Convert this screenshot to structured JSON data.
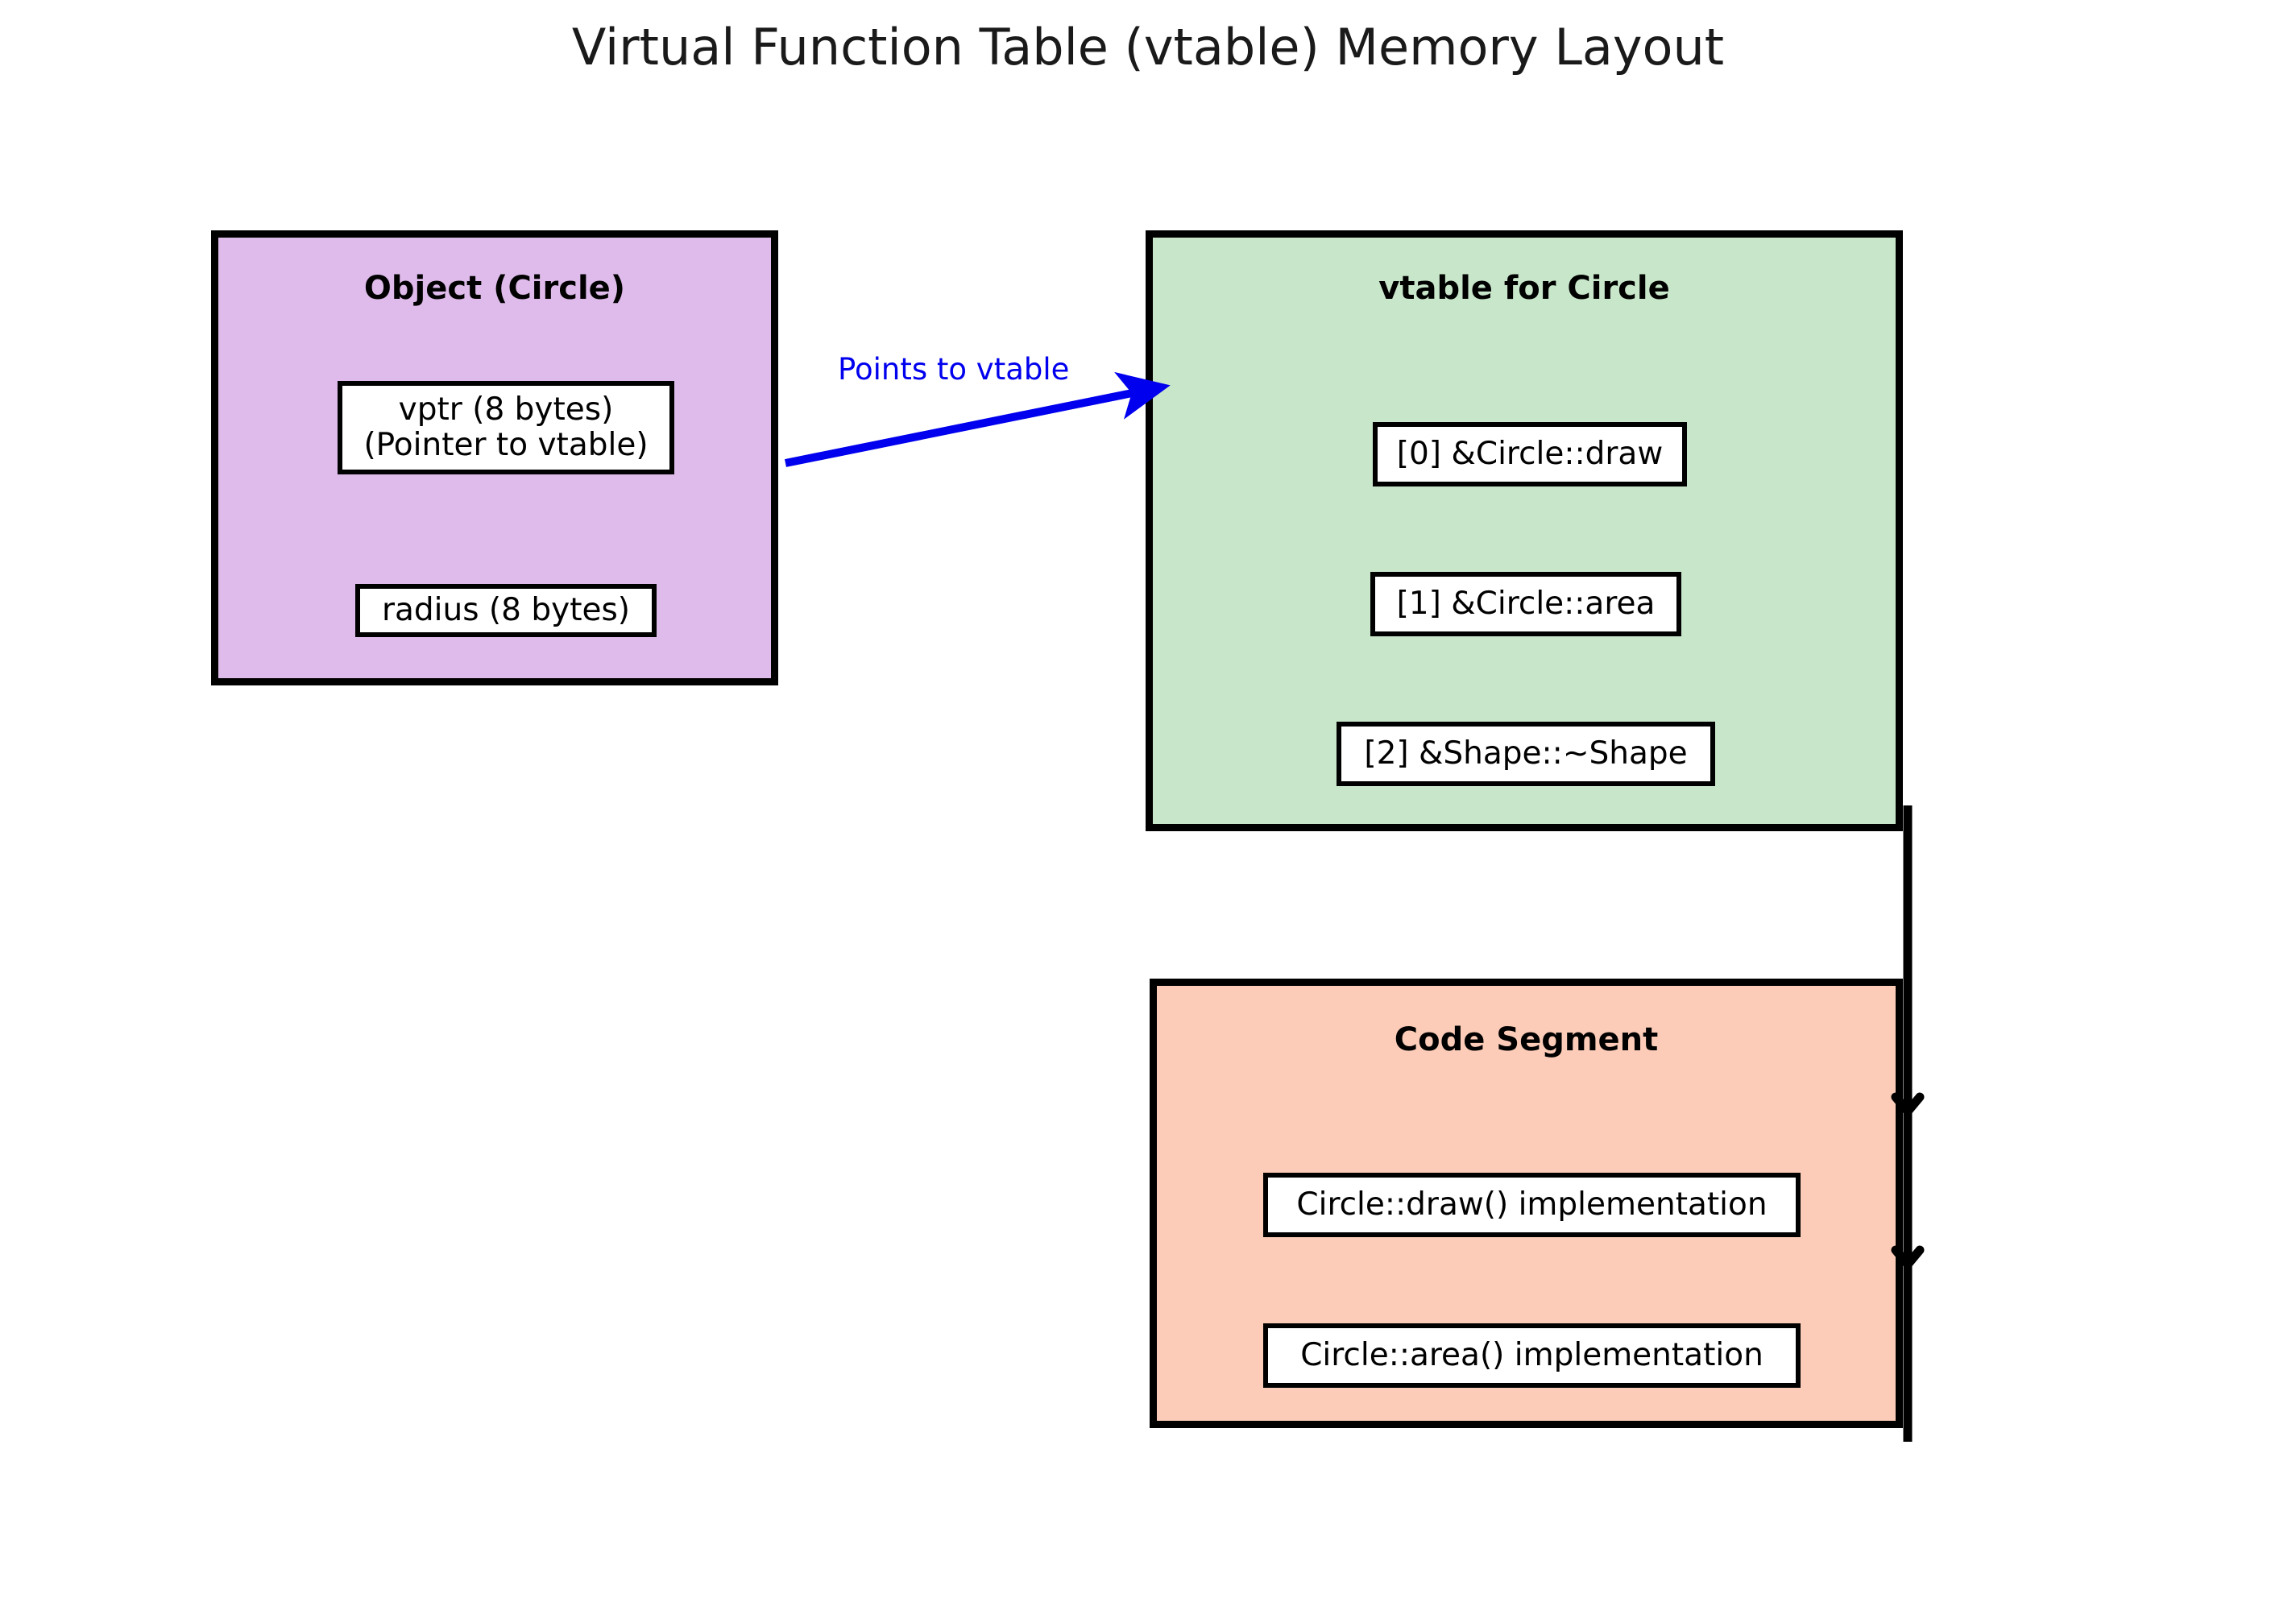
{
  "title": "Virtual Function Table (vtable) Memory Layout",
  "colors": {
    "object_fill": "#DEBBEA",
    "vtable_fill": "#C8E6C9",
    "code_fill": "#FCCCB8",
    "border": "#000000",
    "pointer_arrow": "#0000EE",
    "connector_arrow": "#000000",
    "slot_fill": "#FFFFFF",
    "text": "#000000"
  },
  "regions": {
    "object": {
      "title": "Object (Circle)",
      "slots": [
        {
          "label": "vptr (8 bytes)\n(Pointer to vtable)"
        },
        {
          "label": "radius (8 bytes)"
        }
      ]
    },
    "vtable": {
      "title": "vtable for Circle",
      "slots": [
        {
          "label": "[0] &Circle::draw"
        },
        {
          "label": "[1] &Circle::area"
        },
        {
          "label": "[2] &Shape::~Shape"
        }
      ]
    },
    "code_segment": {
      "title": "Code Segment",
      "slots": [
        {
          "label": "Circle::draw() implementation"
        },
        {
          "label": "Circle::area() implementation"
        }
      ]
    }
  },
  "connectors": {
    "vptr_to_vtable": {
      "label": "Points to vtable",
      "from": "object.vptr",
      "to": "vtable"
    },
    "vtable_to_code": {
      "label": "",
      "from": "vtable",
      "to": "code_segment",
      "arrowheads": 2
    }
  }
}
